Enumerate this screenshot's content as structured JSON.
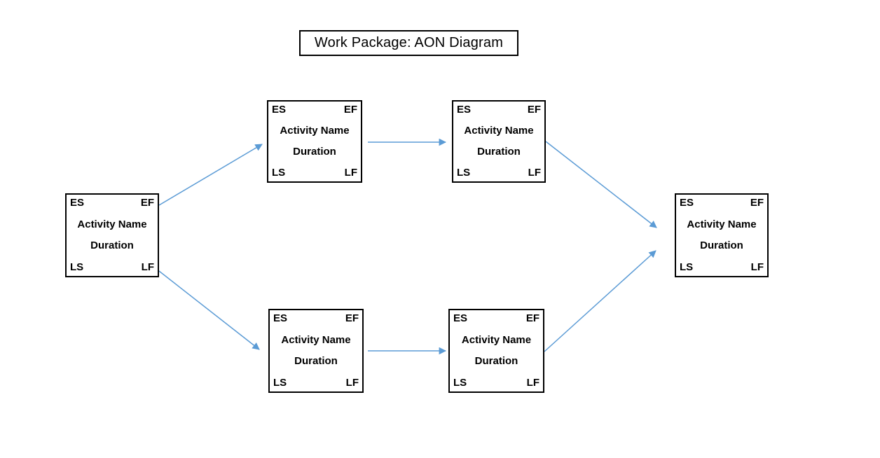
{
  "title": "Work Package: AON Diagram",
  "colors": {
    "arrow": "#5b9bd5",
    "node_border": "#000000",
    "text": "#000000",
    "background": "#ffffff"
  },
  "nodes": [
    {
      "id": "start",
      "es": "ES",
      "ef": "EF",
      "ls": "LS",
      "lf": "LF",
      "name": "Activity Name",
      "duration": "Duration"
    },
    {
      "id": "top-1",
      "es": "ES",
      "ef": "EF",
      "ls": "LS",
      "lf": "LF",
      "name": "Activity Name",
      "duration": "Duration"
    },
    {
      "id": "top-2",
      "es": "ES",
      "ef": "EF",
      "ls": "LS",
      "lf": "LF",
      "name": "Activity Name",
      "duration": "Duration"
    },
    {
      "id": "bottom-1",
      "es": "ES",
      "ef": "EF",
      "ls": "LS",
      "lf": "LF",
      "name": "Activity Name",
      "duration": "Duration"
    },
    {
      "id": "bottom-2",
      "es": "ES",
      "ef": "EF",
      "ls": "LS",
      "lf": "LF",
      "name": "Activity Name",
      "duration": "Duration"
    },
    {
      "id": "end",
      "es": "ES",
      "ef": "EF",
      "ls": "LS",
      "lf": "LF",
      "name": "Activity Name",
      "duration": "Duration"
    }
  ],
  "connections": [
    {
      "from": "start",
      "to": "top-1"
    },
    {
      "from": "start",
      "to": "bottom-1"
    },
    {
      "from": "top-1",
      "to": "top-2"
    },
    {
      "from": "bottom-1",
      "to": "bottom-2"
    },
    {
      "from": "top-2",
      "to": "end"
    },
    {
      "from": "bottom-2",
      "to": "end"
    }
  ]
}
